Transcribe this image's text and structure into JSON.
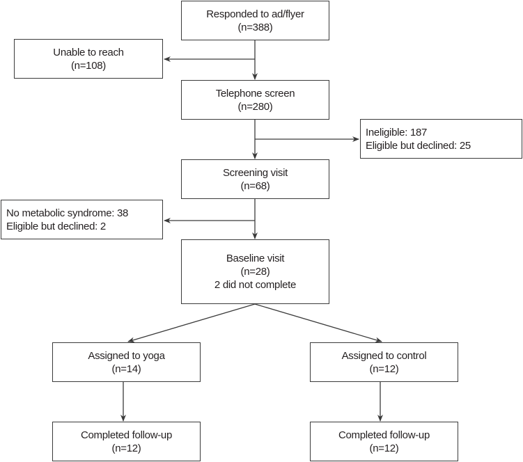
{
  "nodes": {
    "responded": {
      "title": "Responded to ad/flyer",
      "count": "(n=388)"
    },
    "unable": {
      "title": "Unable to reach",
      "count": "(n=108)"
    },
    "telephone": {
      "title": "Telephone screen",
      "count": "(n=280)"
    },
    "ineligible": {
      "line1": "Ineligible: 187",
      "line2": "Eligible but declined: 25"
    },
    "screening": {
      "title": "Screening visit",
      "count": "(n=68)"
    },
    "nometabolic": {
      "line1": "No metabolic syndrome: 38",
      "line2": "Eligible but declined: 2"
    },
    "baseline": {
      "title": "Baseline visit",
      "count": "(n=28)",
      "note": "2 did not complete"
    },
    "yoga": {
      "title": "Assigned to yoga",
      "count": "(n=14)"
    },
    "control": {
      "title": "Assigned to control",
      "count": "(n=12)"
    },
    "yoga_followup": {
      "title": "Completed follow-up",
      "count": "(n=12)"
    },
    "control_followup": {
      "title": "Completed follow-up",
      "count": "(n=12)"
    }
  },
  "colors": {
    "line": "#3a3a3a",
    "text": "#231f20"
  }
}
